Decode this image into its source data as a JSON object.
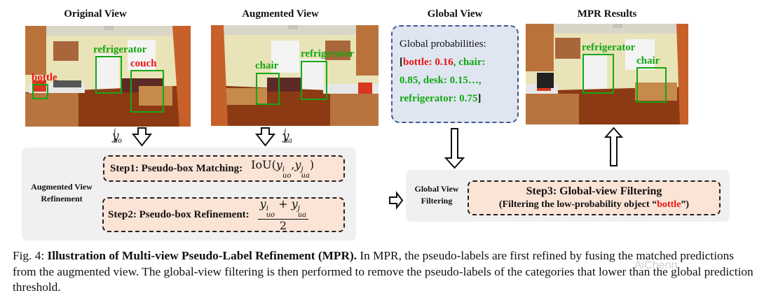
{
  "figure": {
    "titles": {
      "original": "Original View",
      "augmented": "Augmented View",
      "global": "Global View",
      "results": "MPR Results"
    },
    "original_view": {
      "detections": [
        {
          "label": "refrigerator",
          "status": "kept",
          "color": "#13a813"
        },
        {
          "label": "couch",
          "status": "wrong",
          "color": "#ee1111"
        },
        {
          "label": "bottle",
          "status": "wrong",
          "color": "#ee1111"
        }
      ]
    },
    "augmented_view": {
      "detections": [
        {
          "label": "chair",
          "status": "kept",
          "color": "#13a813"
        },
        {
          "label": "refrigerator",
          "status": "kept",
          "color": "#13a813"
        }
      ]
    },
    "mpr_results": {
      "detections": [
        {
          "label": "refrigerator",
          "status": "kept",
          "color": "#13a813"
        },
        {
          "label": "chair",
          "status": "kept",
          "color": "#13a813"
        }
      ]
    },
    "global_view": {
      "heading": "Global probabilities:",
      "open_bracket": "[",
      "close_bracket": "]",
      "items": [
        {
          "text": "bottle: 0.16",
          "color": "#ee1111"
        },
        {
          "text": ", chair:",
          "color": "#13a813"
        },
        {
          "text": "0.85, desk: 0.15…,",
          "color": "#13a813"
        },
        {
          "text": "refrigerator: 0.75",
          "color": "#13a813"
        }
      ]
    },
    "math": {
      "y": "y",
      "sub_uo": "uo",
      "sub_ua": "ua",
      "sup_i": "i",
      "sup_j": "j",
      "iou": "IoU(",
      "comma": ",",
      "close": ")",
      "plus": " + ",
      "two": "2"
    },
    "augmented_refinement": {
      "label_line1": "Augmented View",
      "label_line2": "Refinement",
      "step1": "Step1: Pseudo-box Matching:",
      "step2": "Step2: Pseudo-box Refinement:"
    },
    "global_filtering": {
      "label_line1": "Global View",
      "label_line2": "Filtering",
      "step3_title": "Step3: Global-view Filtering",
      "step3_desc_prefix": "(Filtering the low-probability object “",
      "step3_desc_highlight": "bottle",
      "step3_desc_suffix": "”)"
    },
    "colors": {
      "kept": "#13a813",
      "filtered": "#ee1111",
      "global_box_fill": "#dfe6f2",
      "global_box_border": "#3e5b8f",
      "step_fill": "#fbe4d6",
      "panel_fill": "#f0f0f0"
    }
  },
  "caption": {
    "prefix": "Fig. 4: ",
    "bold": "Illustration of Multi-view Pseudo-Label Refinement (MPR).",
    "text": " In MPR, the pseudo-labels are first refined by fusing the matched predictions from the augmented view. The global-view filtering is then performed to remove the pseudo-labels of the categories that lower than the global prediction threshold.",
    "watermark": "AiChenn"
  }
}
